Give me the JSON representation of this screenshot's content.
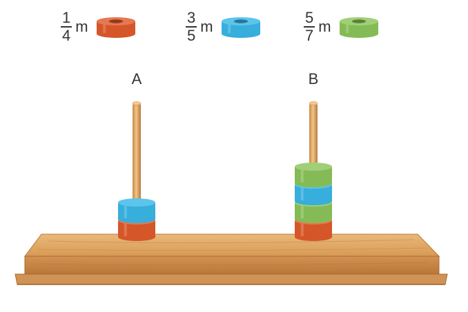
{
  "legend": [
    {
      "numerator": "1",
      "denominator": "4",
      "unit": "m",
      "color": "#e05a2b"
    },
    {
      "numerator": "3",
      "denominator": "5",
      "unit": "m",
      "color": "#3ab7e6"
    },
    {
      "numerator": "5",
      "denominator": "7",
      "unit": "m",
      "color": "#8cc55a"
    }
  ],
  "rods": [
    {
      "label": "A",
      "stack_bottom_to_top": [
        "orange",
        "blue"
      ]
    },
    {
      "label": "B",
      "stack_bottom_to_top": [
        "orange",
        "green",
        "blue",
        "green"
      ]
    }
  ],
  "colors": {
    "orange": "#e05a2b",
    "blue": "#3ab7e6",
    "green": "#8cc55a",
    "wood": "#d9a05c"
  }
}
